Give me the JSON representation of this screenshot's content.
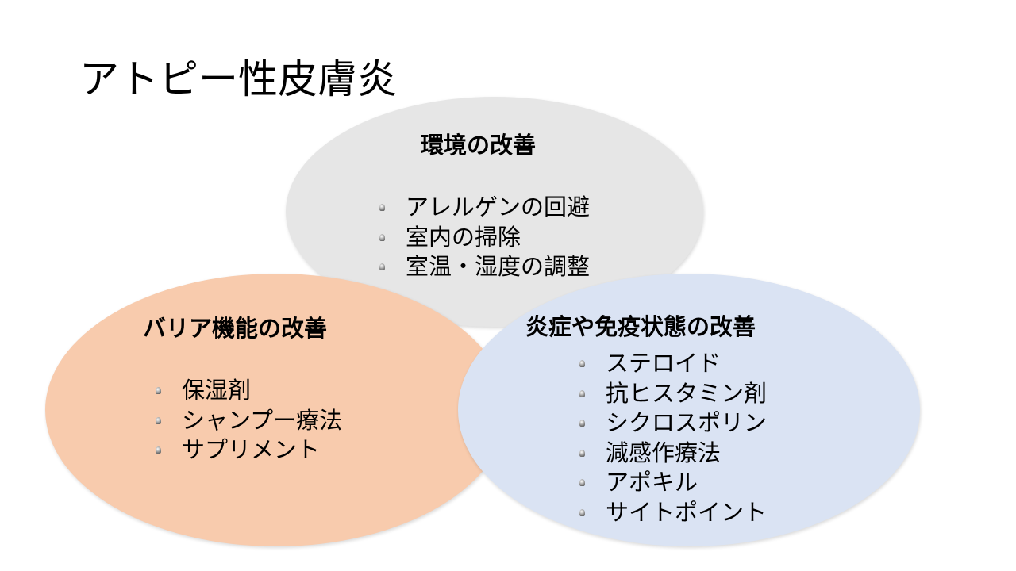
{
  "title": "アトピー性皮膚炎",
  "environment": {
    "heading": "環境の改善",
    "items": [
      "アレルゲンの回避",
      "室内の掃除",
      "室温・湿度の調整"
    ],
    "color": "#e6e6e6"
  },
  "barrier": {
    "heading": "バリア機能の改善",
    "items": [
      "保湿剤",
      "シャンプー療法",
      "サプリメント"
    ],
    "color": "#f8cbad"
  },
  "inflammation": {
    "heading": "炎症や免疫状態の改善",
    "items": [
      "ステロイド",
      "抗ヒスタミン剤",
      "シクロスポリン",
      "減感作療法",
      "アポキル",
      "サイトポイント"
    ],
    "color": "#dae3f3"
  }
}
